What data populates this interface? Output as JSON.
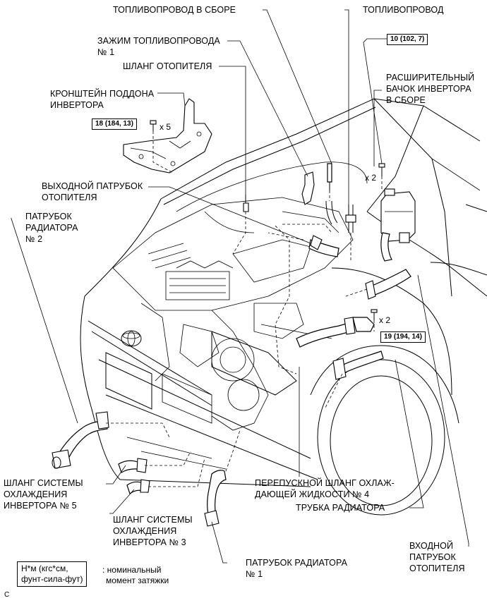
{
  "labels": {
    "fuel_line_assy": "ТОПЛИВОПРОВОД В СБОРЕ",
    "fuel_line": "ТОПЛИВОПРОВОД",
    "fuel_clamp": [
      "ЗАЖИМ ТОПЛИВОПРОВОДА",
      "№ 1"
    ],
    "heater_hose": "ШЛАНГ ОТОПИТЕЛЯ",
    "inverter_tank": [
      "РАСШИРИТЕЛЬНЫЙ",
      "БАЧОК ИНВЕРТОРА",
      "В СБОРЕ"
    ],
    "inverter_bracket": [
      "КРОНШТЕЙН ПОДДОНА",
      "ИНВЕРТОРА"
    ],
    "heater_outlet": [
      "ВЫХОДНОЙ ПАТРУБОК",
      "ОТОПИТЕЛЯ"
    ],
    "radiator_pipe_2": [
      "ПАТРУБОК",
      "РАДИАТОРА",
      "№ 2"
    ],
    "inverter_hose_5": [
      "ШЛАНГ СИСТЕМЫ",
      "ОХЛАЖДЕНИЯ",
      "ИНВЕРТОРА № 5"
    ],
    "inverter_hose_3": [
      "ШЛАНГ СИСТЕМЫ",
      "ОХЛАЖДЕНИЯ",
      "ИНВЕРТОРА № 3"
    ],
    "bypass_hose_4": [
      "ПЕРЕПУСКНОЙ ШЛАНГ ОХЛАЖ-",
      "ДАЮЩЕЙ ЖИДКОСТИ № 4"
    ],
    "radiator_tube": "ТРУБКА РАДИАТОРА",
    "heater_inlet": [
      "ВХОДНОЙ",
      "ПАТРУБОК",
      "ОТОПИТЕЛЯ"
    ],
    "radiator_pipe_1": [
      "ПАТРУБОК РАДИАТОРА",
      "№ 1"
    ]
  },
  "torque_specs": {
    "fuel_line": "10 (102, 7)",
    "bracket": "18 (184, 13)",
    "tube_bolts": "19 (194, 14)"
  },
  "quantities": {
    "bracket_bolts": "x 5",
    "tank_bolts": "x 2",
    "tube_bolts": "x 2"
  },
  "legend": {
    "units": [
      "Н*м (кгс*см,",
      "фунт-сила-фут)"
    ],
    "description": [
      ": номинальный",
      "момент затяжки"
    ]
  },
  "corner_mark": "C"
}
